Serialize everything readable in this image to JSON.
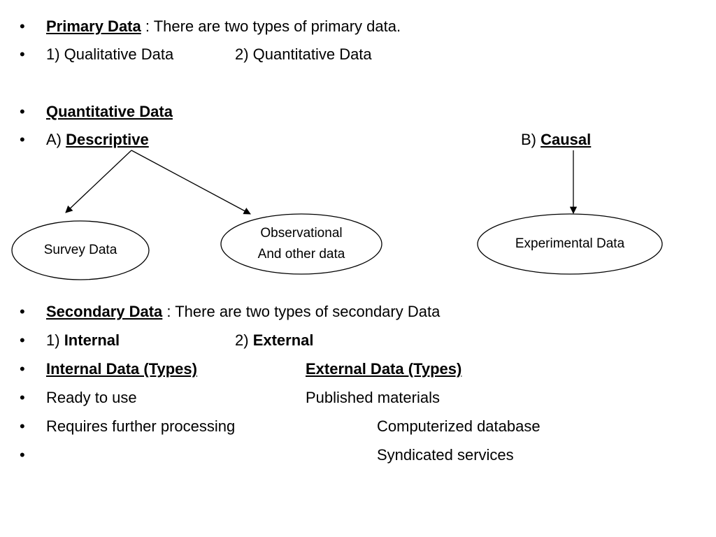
{
  "bullet_glyph": "•",
  "primary": {
    "heading": "Primary Data",
    "text": " : There are two types of primary data.",
    "type1": "1) Qualitative Data",
    "type2": "2) Quantitative Data"
  },
  "quantitative": {
    "heading": "Quantitative Data",
    "a_prefix": "A) ",
    "a_label": "Descriptive",
    "b_prefix": "B) ",
    "b_label": "Causal"
  },
  "diagram": {
    "survey": "Survey Data",
    "observational_1": "Observational",
    "observational_2": "And other data",
    "experimental": "Experimental  Data"
  },
  "secondary": {
    "heading": "Secondary Data",
    "text": " : There are two types of secondary Data",
    "internal_prefix": "1) ",
    "internal": "Internal",
    "external_prefix": "2) ",
    "external": "External",
    "internal_types": "Internal Data (Types)",
    "external_types": "External Data (Types)",
    "ready": "Ready to use",
    "published": "Published materials",
    "requires": "Requires further processing",
    "computerized": "Computerized database",
    "syndicated": "Syndicated services"
  }
}
